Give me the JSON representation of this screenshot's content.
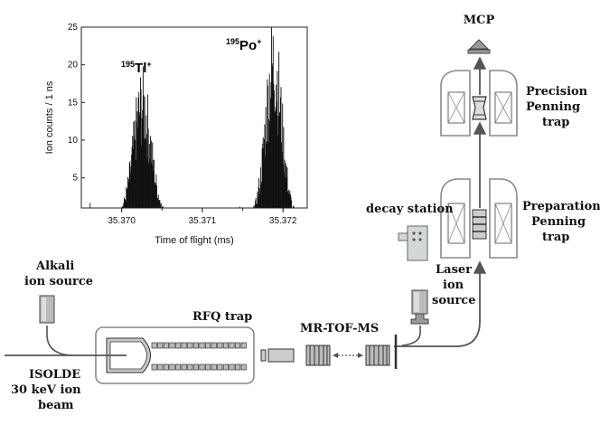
{
  "chart_data": {
    "type": "bar",
    "xlabel": "Time of flight (ms)",
    "ylabel": "Ion counts / 1 ns",
    "xlim": [
      35.3695,
      35.3723
    ],
    "ylim": [
      1,
      25
    ],
    "xticks": [
      "35.370",
      "35.371",
      "35.372"
    ],
    "yticks": [
      "5",
      "10",
      "15",
      "20",
      "25"
    ],
    "annotations": [
      {
        "mass": "195",
        "element": "Tl",
        "charge": "+"
      },
      {
        "mass": "195",
        "element": "Po",
        "charge": "+"
      }
    ],
    "series": [
      {
        "peaks": [
          {
            "center": 35.37025,
            "sigma": 0.00011,
            "max": 16
          },
          {
            "center": 35.37188,
            "sigma": 0.0001,
            "max": 22
          }
        ]
      }
    ]
  },
  "labels": {
    "mcp": "MCP",
    "precision": [
      "Precision",
      "Penning",
      "trap"
    ],
    "preparation": [
      "Preparation",
      "Penning",
      "trap"
    ],
    "decay": "decay station",
    "laser": [
      "Laser",
      "ion",
      "source"
    ],
    "alkali": [
      "Alkali",
      "ion source"
    ],
    "rfq": "RFQ trap",
    "mrtof": "MR-TOF-MS",
    "isolde": [
      "ISOLDE",
      "30 keV ion",
      "beam"
    ]
  }
}
